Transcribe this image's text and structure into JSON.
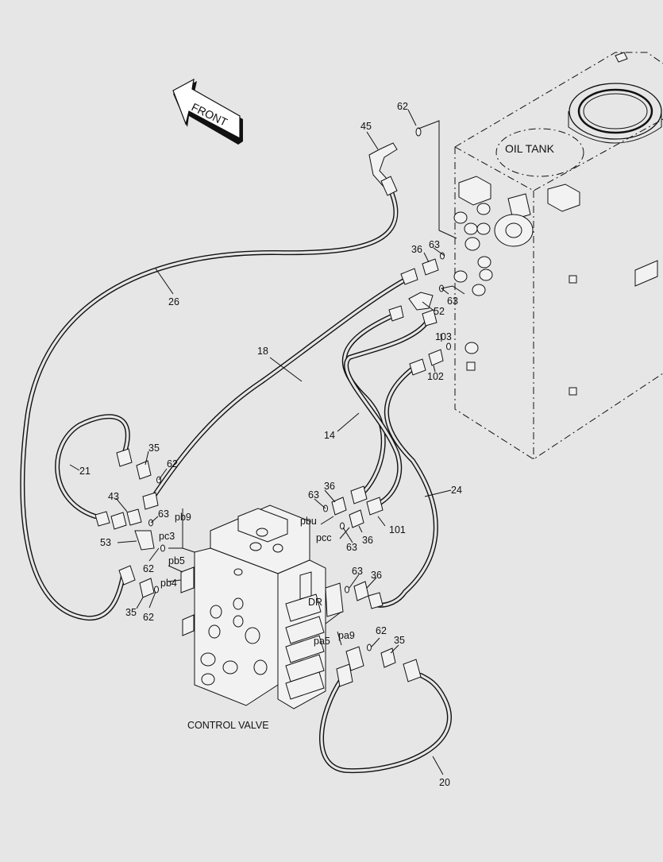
{
  "direction_arrow": "FRONT",
  "tank_label": "OIL TANK",
  "valve_label": "CONTROL VALVE",
  "callouts": {
    "c62_top": "62",
    "c45": "45",
    "c36_a": "36",
    "c63_a": "63",
    "c26": "26",
    "c63_b": "63",
    "c52": "52",
    "c18": "18",
    "c103": "103",
    "c102": "102",
    "c14": "14",
    "c24": "24",
    "c35_a": "35",
    "c62_a": "62",
    "c21": "21",
    "c43": "43",
    "c63_c": "63",
    "c36_b": "36",
    "c63_d": "63",
    "c53": "53",
    "c62_b": "62",
    "c101": "101",
    "c63_e": "63",
    "c36_c": "36",
    "c63_f": "63",
    "c36_d": "36",
    "c35_b": "35",
    "c62_c": "62",
    "c62_d": "62",
    "c35_c": "35",
    "c20": "20"
  },
  "ports": {
    "pb9": "pb9",
    "pc3": "pc3",
    "pb5": "pb5",
    "pb4": "pb4",
    "pbu": "pbu",
    "pcc": "pcc",
    "dr": "DR",
    "pa5": "pa5",
    "pa9": "pa9"
  }
}
